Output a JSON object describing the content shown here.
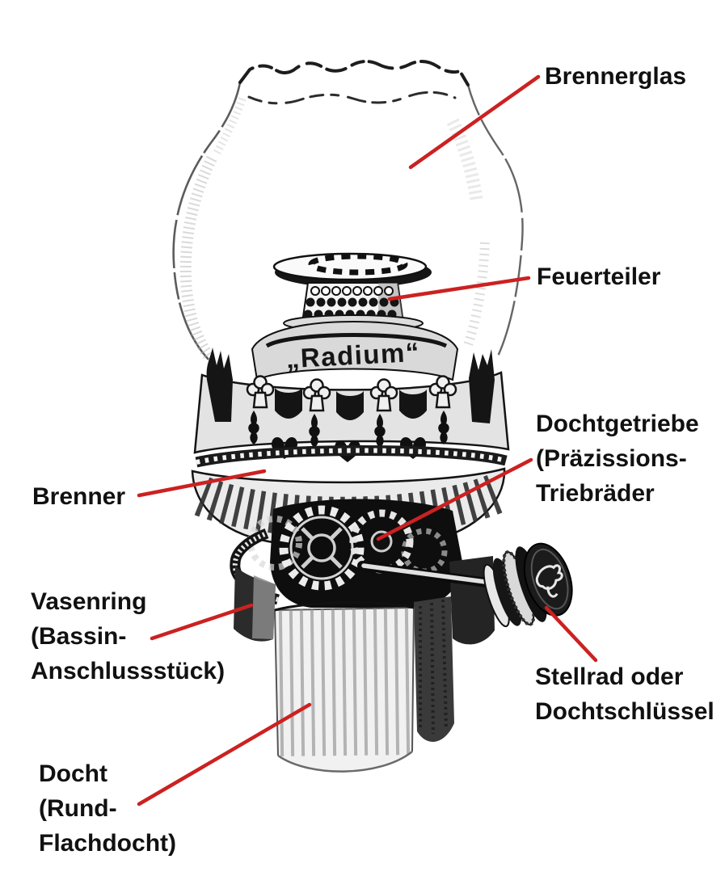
{
  "diagram": {
    "background_color": "#ffffff",
    "annotation_line_color": "#cc2121",
    "label_text_color": "#111111",
    "engraving_brand_text": "„Radium“",
    "labels": {
      "brennerglas": {
        "lines": [
          "Brennerglas"
        ]
      },
      "feuerteiler": {
        "lines": [
          "Feuerteiler"
        ]
      },
      "dochtgetriebe": {
        "lines": [
          "Dochtgetriebe",
          "(Präzissions-",
          "Triebräder"
        ]
      },
      "brenner": {
        "lines": [
          "Brenner"
        ]
      },
      "vasenring": {
        "lines": [
          "Vasenring",
          "(Bassin-",
          "Anschlussstück)"
        ]
      },
      "stellrad": {
        "lines": [
          "Stellrad oder",
          "Dochtschlüssel"
        ]
      },
      "docht": {
        "lines": [
          "Docht",
          "(Rund-",
          "Flachdocht)"
        ]
      }
    }
  }
}
